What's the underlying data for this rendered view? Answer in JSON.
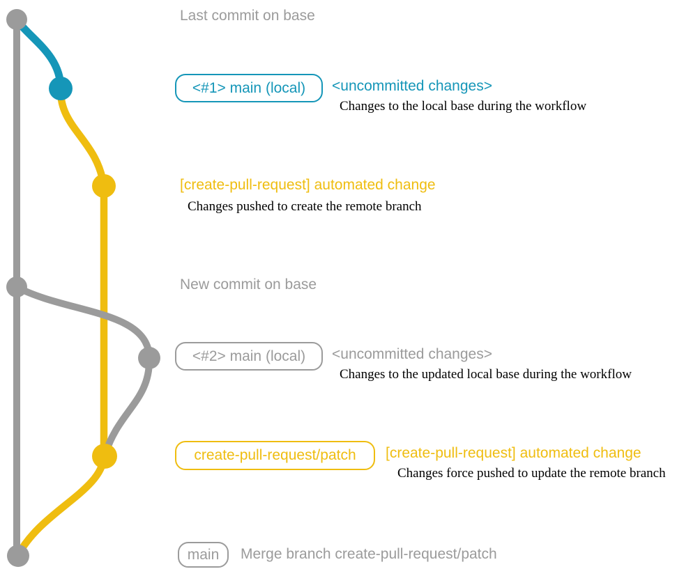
{
  "colors": {
    "base_gray": "#9b9b9b",
    "local_blue": "#1596b8",
    "remote_yellow": "#efbd10",
    "description_black": "#000000",
    "background": "#ffffff"
  },
  "rows": {
    "last_commit": {
      "title": "Last commit on base"
    },
    "local_main_1": {
      "badge": "<#1> main (local)",
      "status": "<uncommitted changes>",
      "desc": "Changes to the local base during the workflow"
    },
    "automated_change_1": {
      "title": "[create-pull-request] automated change",
      "desc": "Changes pushed to create the remote branch"
    },
    "new_commit": {
      "title": "New commit on base"
    },
    "local_main_2": {
      "badge": "<#2> main (local)",
      "status": "<uncommitted changes>",
      "desc": "Changes to the updated local base during the workflow"
    },
    "automated_change_2": {
      "badge": "create-pull-request/patch",
      "title": "[create-pull-request] automated change",
      "desc": "Changes force pushed to update the remote branch"
    },
    "merge": {
      "badge": "main",
      "title": "Merge branch create-pull-request/patch"
    }
  },
  "graph": {
    "branches": [
      {
        "name": "base",
        "color": "#9b9b9b"
      },
      {
        "name": "main-local",
        "color": "#1596b8"
      },
      {
        "name": "create-pull-request/patch",
        "color": "#efbd10"
      }
    ],
    "commits": [
      {
        "name": "last-commit-on-base",
        "branch": "base"
      },
      {
        "name": "uncommitted-changes-1",
        "branch": "main-local"
      },
      {
        "name": "automated-change-1",
        "branch": "create-pull-request/patch"
      },
      {
        "name": "new-commit-on-base",
        "branch": "base"
      },
      {
        "name": "uncommitted-changes-2",
        "branch": "main-local"
      },
      {
        "name": "automated-change-2",
        "branch": "create-pull-request/patch"
      },
      {
        "name": "merge-commit",
        "branch": "base"
      }
    ]
  }
}
